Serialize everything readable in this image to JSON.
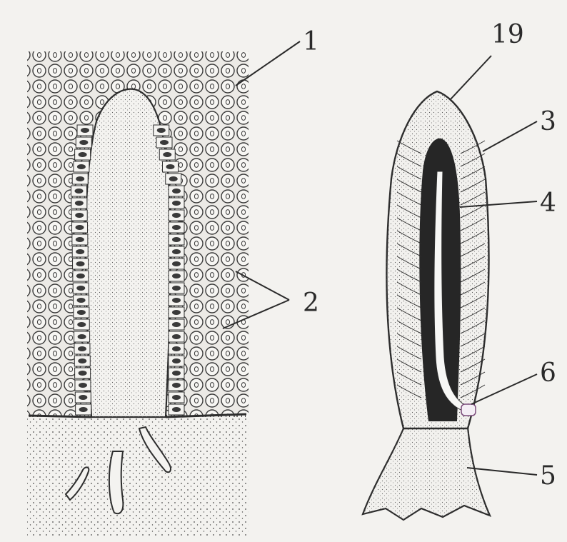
{
  "figure": {
    "background": "#f3f2ef",
    "ink": "#2a2a2a",
    "left_panel": {
      "labels": [
        "1",
        "2"
      ]
    },
    "right_panel": {
      "labels": [
        "19",
        "3",
        "4",
        "6",
        "5"
      ]
    }
  }
}
